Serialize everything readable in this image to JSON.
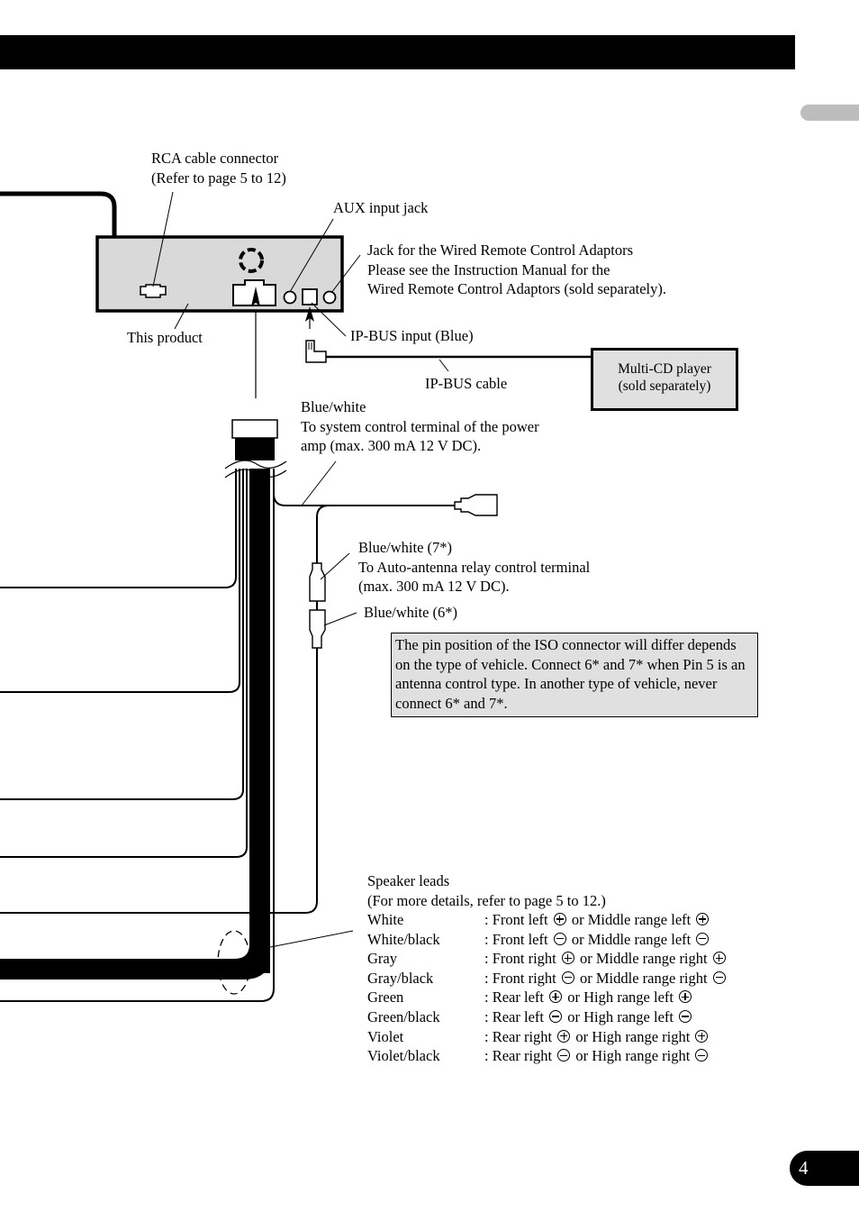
{
  "header": {
    "bar_color": "#000000"
  },
  "page_number": "4",
  "labels": {
    "rca_connector": [
      "RCA cable connector",
      "(Refer to page 5 to 12)"
    ],
    "aux_input": "AUX  input jack",
    "wired_remote": [
      "Jack for the Wired Remote Control Adaptors",
      "Please see the Instruction Manual for the",
      "Wired Remote Control Adaptors (sold separately)."
    ],
    "this_product": "This product",
    "ipbus_input": "IP-BUS input (Blue)",
    "ipbus_cable": "IP-BUS cable",
    "multi_cd": [
      "Multi-CD player",
      "(sold separately)"
    ],
    "blue_white_amp": [
      "Blue/white",
      "To system control terminal of the power",
      "amp (max. 300 mA 12 V DC)."
    ],
    "blue_white_7": [
      "Blue/white (7*)",
      "To Auto-antenna relay control terminal",
      "(max. 300 mA 12 V DC)."
    ],
    "blue_white_6": "Blue/white (6*)"
  },
  "note": "The pin position of the ISO connector will differ depends on the type of vehicle. Connect 6* and 7* when Pin 5 is an antenna control type. In another type of vehicle, never connect 6* and 7*.",
  "speaker_leads": {
    "title": "Speaker leads",
    "subtitle": "(For more details, refer to page 5 to 12.)",
    "rows": [
      {
        "color": "White",
        "a": ": Front left",
        "b": " or Middle range left",
        "sign": "plus"
      },
      {
        "color": "White/black",
        "a": ": Front left",
        "b": " or Middle range left",
        "sign": "minus"
      },
      {
        "color": "Gray",
        "a": ": Front right",
        "b": " or Middle range right",
        "sign": "plus"
      },
      {
        "color": "Gray/black",
        "a": ": Front right",
        "b": " or Middle range right",
        "sign": "minus"
      },
      {
        "color": "Green",
        "a": ": Rear left",
        "b": " or High range left",
        "sign": "plus"
      },
      {
        "color": "Green/black",
        "a": ": Rear left",
        "b": " or High range left",
        "sign": "minus"
      },
      {
        "color": "Violet",
        "a": ": Rear right",
        "b": " or High range right",
        "sign": "plus"
      },
      {
        "color": "Violet/black",
        "a": ": Rear right",
        "b": " or High range right",
        "sign": "minus"
      }
    ]
  }
}
